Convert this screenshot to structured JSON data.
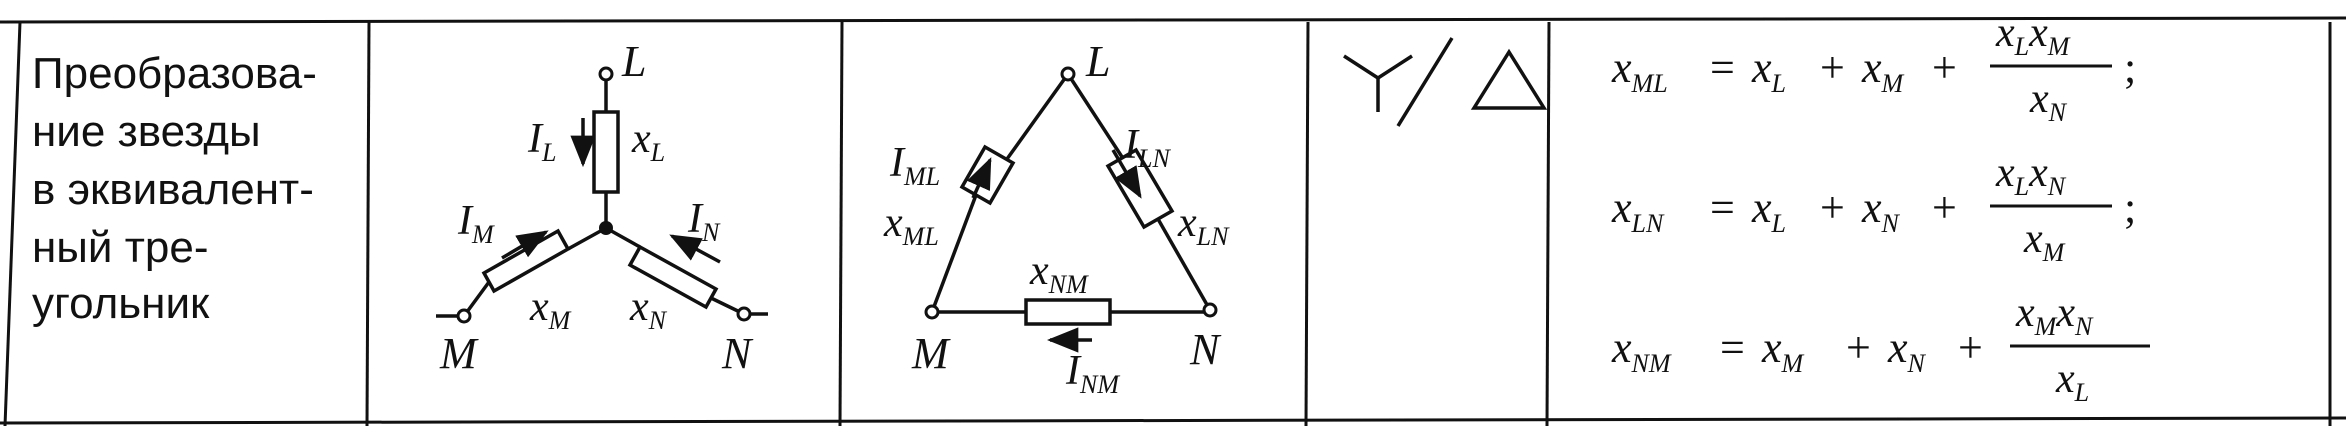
{
  "description": {
    "lines": [
      "Преобразова-",
      "ние звезды",
      "в эквивалент-",
      "ный тре-",
      "угольник"
    ]
  },
  "star": {
    "node_l": "L",
    "node_m": "M",
    "node_n": "N",
    "current_l": "I",
    "current_l_sub": "L",
    "current_m": "I",
    "current_m_sub": "M",
    "current_n": "I",
    "current_n_sub": "N",
    "res_l": "x",
    "res_l_sub": "L",
    "res_m": "x",
    "res_m_sub": "M",
    "res_n": "x",
    "res_n_sub": "N"
  },
  "delta": {
    "node_l": "L",
    "node_m": "M",
    "node_n": "N",
    "current_ml": "I",
    "current_ml_sub": "ML",
    "current_ln": "I",
    "current_ln_sub": "LN",
    "current_nm": "I",
    "current_nm_sub": "NM",
    "res_ml": "x",
    "res_ml_sub": "ML",
    "res_ln": "x",
    "res_ln_sub": "LN",
    "res_nm": "x",
    "res_nm_sub": "NM"
  },
  "formulas": [
    {
      "lhs": "x",
      "lhs_sub": "ML",
      "eq": "=",
      "a": "x",
      "a_sub": "L",
      "plus1": "+",
      "b": "x",
      "b_sub": "M",
      "plus2": "+",
      "num1": "x",
      "num1_sub": "L",
      "num2": "x",
      "num2_sub": "M",
      "den": "x",
      "den_sub": "N",
      "end": ";"
    },
    {
      "lhs": "x",
      "lhs_sub": "LN",
      "eq": "=",
      "a": "x",
      "a_sub": "L",
      "plus1": "+",
      "b": "x",
      "b_sub": "N",
      "plus2": "+",
      "num1": "x",
      "num1_sub": "L",
      "num2": "x",
      "num2_sub": "N",
      "den": "x",
      "den_sub": "M",
      "end": ";"
    },
    {
      "lhs": "x",
      "lhs_sub": "NM",
      "eq": "=",
      "a": "x",
      "a_sub": "M",
      "plus1": "+",
      "b": "x",
      "b_sub": "N",
      "plus2": "+",
      "num1": "x",
      "num1_sub": "M",
      "num2": "x",
      "num2_sub": "N",
      "den": "x",
      "den_sub": "L",
      "end": ""
    }
  ]
}
